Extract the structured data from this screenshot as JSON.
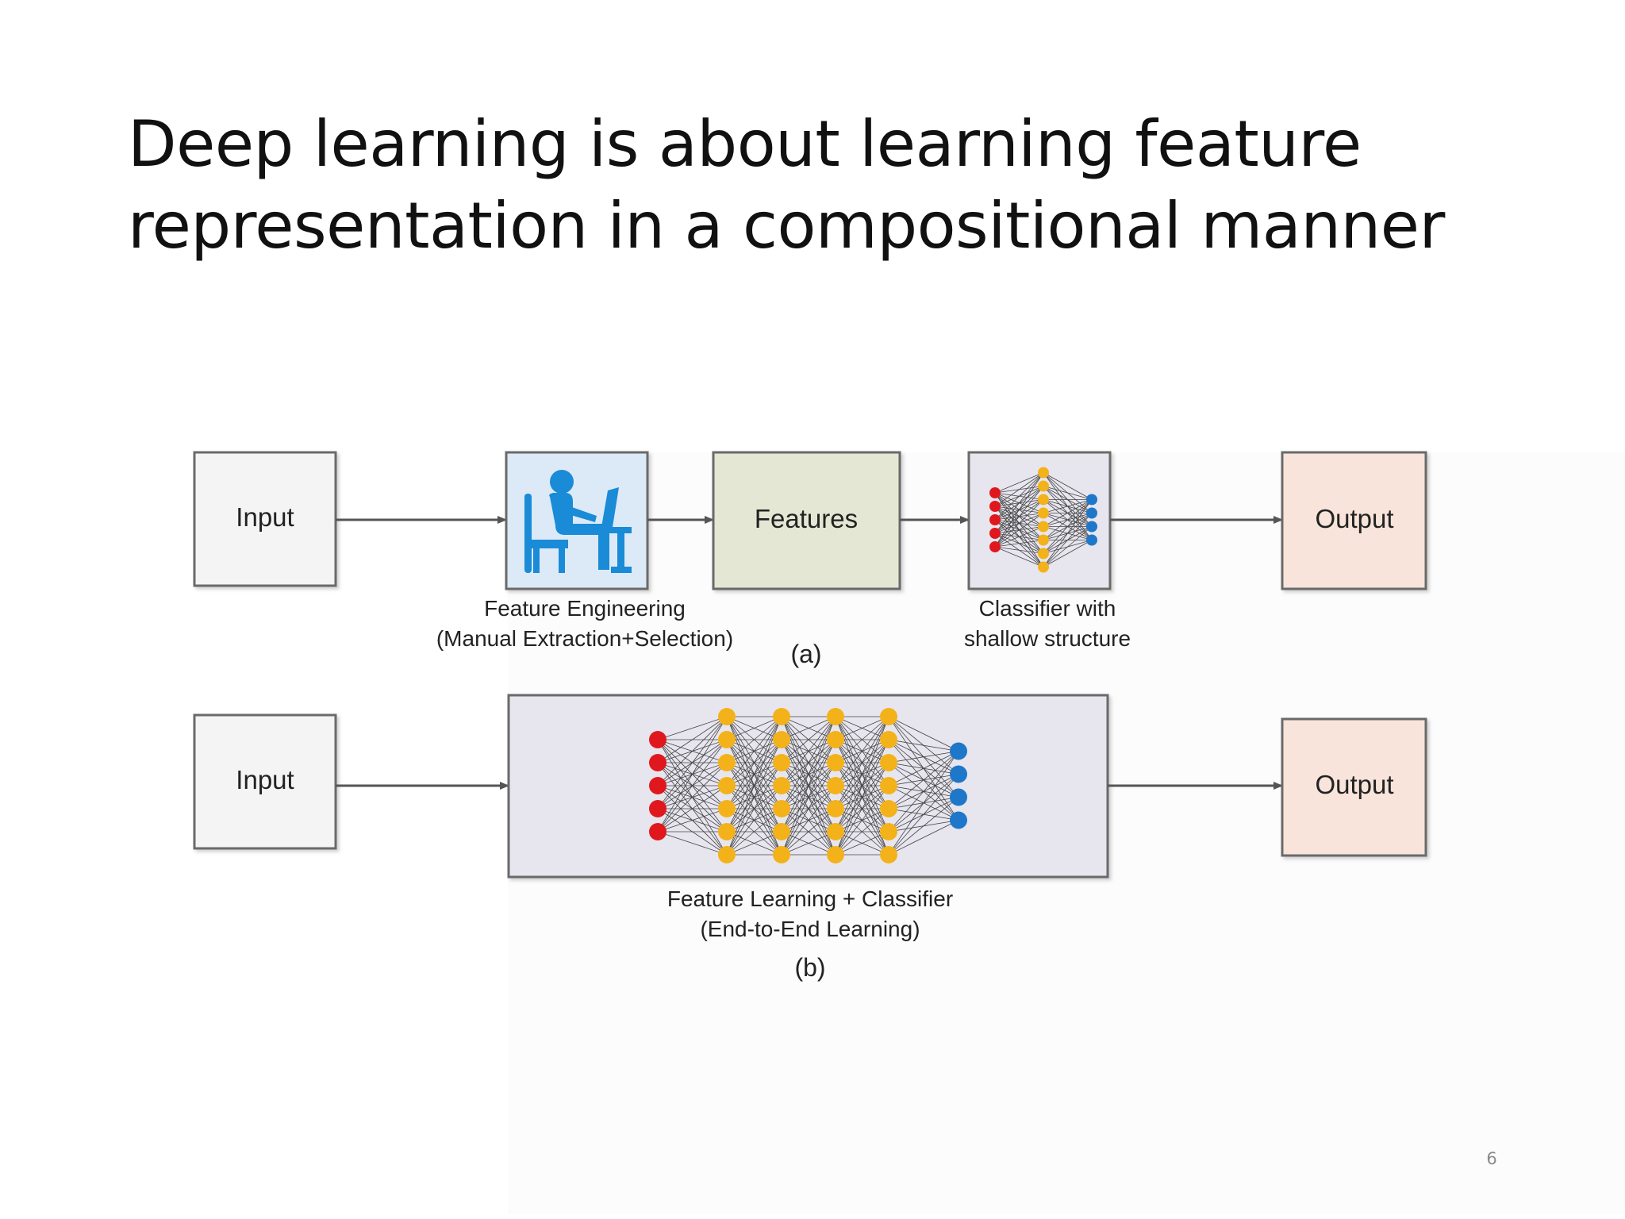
{
  "slide": {
    "title_lines": [
      "Deep learning is about learning feature",
      "representation in a compositional manner"
    ],
    "page_number": "6"
  },
  "diagram": {
    "row_a": {
      "input_label": "Input",
      "features_label": "Features",
      "output_label": "Output",
      "feature_engineering_caption": [
        "Feature Engineering",
        "(Manual Extraction+Selection)"
      ],
      "classifier_caption": [
        "Classifier with",
        "shallow structure"
      ],
      "panel_label": "(a)",
      "shallow_network_layers": [
        5,
        8,
        4
      ],
      "icons": [
        "person-at-laptop-icon"
      ]
    },
    "row_b": {
      "input_label": "Input",
      "output_label": "Output",
      "caption": [
        "Feature Learning + Classifier",
        "(End-to-End Learning)"
      ],
      "panel_label": "(b)",
      "deep_network_layers": [
        5,
        7,
        7,
        7,
        7,
        4
      ]
    },
    "colors": {
      "box_gray": "#f4f4f5",
      "box_blue": "#dce9f7",
      "box_green": "#e3e7d3",
      "box_lavender": "#e7e6ef",
      "box_peach": "#f8e4da",
      "border": "#6a6a6a",
      "arrow": "#555555",
      "node_input": "#e0181e",
      "node_hidden": "#f4b21a",
      "node_output": "#1f77c9",
      "icon_blue": "#1a8bd6"
    }
  }
}
